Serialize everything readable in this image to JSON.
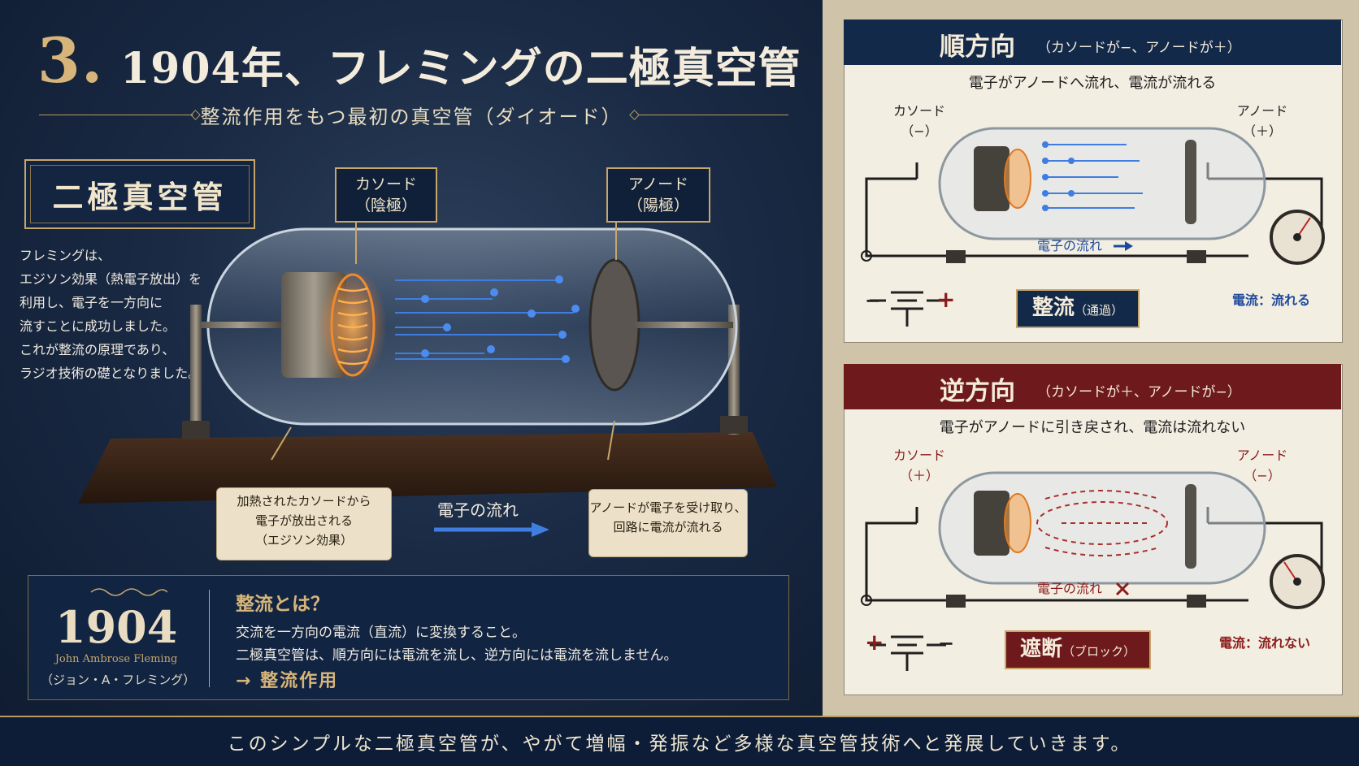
{
  "header": {
    "number": "3.",
    "title": "1904年、フレミングの二極真空管",
    "subtitle": "整流作用をもつ最初の真空管（ダイオード）"
  },
  "diode": {
    "heading": "二極真空管",
    "description": [
      "フレミングは、",
      "エジソン効果（熱電子放出）を",
      "利用し、電子を一方向に",
      "流すことに成功しました。",
      "これが整流の原理であり、",
      "ラジオ技術の礎となりました。"
    ],
    "cathode_label": "カソード",
    "cathode_sub": "（陰極）",
    "anode_label": "アノード",
    "anode_sub": "（陽極）",
    "callout_left": [
      "加熱されたカソードから",
      "電子が放出される",
      "（エジソン効果）"
    ],
    "flow_label": "電子の流れ",
    "callout_right": [
      "アノードが電子を受け取り、",
      "回路に電流が流れる"
    ]
  },
  "info": {
    "year": "1904",
    "name_en": "John Ambrose Fleming",
    "name_ja": "（ジョン・A・フレミング）",
    "question": "整流とは？",
    "line1": "交流を一方向の電流（直流）に変換すること。",
    "line2": "二極真空管は、順方向には電流を流し、逆方向には電流を流しません。",
    "line3": "→ 整流作用"
  },
  "forward": {
    "title": "順方向",
    "subtitle": "（カソードが−、アノードが＋）",
    "description": "電子がアノードへ流れ、電流が流れる",
    "cathode": "カソード",
    "cathode_sign": "（−）",
    "anode": "アノード",
    "anode_sign": "（＋）",
    "flow": "電子の流れ",
    "badge_main": "整流",
    "badge_sub": "（通過）",
    "current": "電流：流れる",
    "battery_left": "−",
    "battery_right": "+",
    "header_color": "#13294a"
  },
  "reverse": {
    "title": "逆方向",
    "subtitle": "（カソードが＋、アノードが−）",
    "description": "電子がアノードに引き戻され、電流は流れない",
    "cathode": "カソード",
    "cathode_sign": "（＋）",
    "anode": "アノード",
    "anode_sign": "（−）",
    "flow": "電子の流れ",
    "badge_main": "遮断",
    "badge_sub": "（ブロック）",
    "current": "電流：流れない",
    "battery_left": "+",
    "battery_right": "−",
    "header_color": "#6e1a1c"
  },
  "footer": "このシンプルな二極真空管が、やがて増幅・発振など多様な真空管技術へと発展していきます。"
}
